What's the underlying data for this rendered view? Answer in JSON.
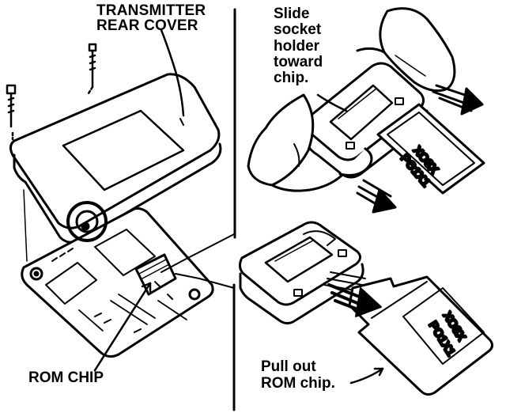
{
  "labels": {
    "cover": "TRANSMITTER\nREAR COVER",
    "slide": "Slide\nsocket\nholder\ntoward\nchip.",
    "rom": "ROM CHIP",
    "pull": "Pull out\nROM chip."
  },
  "chip_text": {
    "line1": "XO8X",
    "line2": "PO1X1"
  },
  "colors": {
    "ink": "#000000",
    "paper": "#ffffff"
  }
}
